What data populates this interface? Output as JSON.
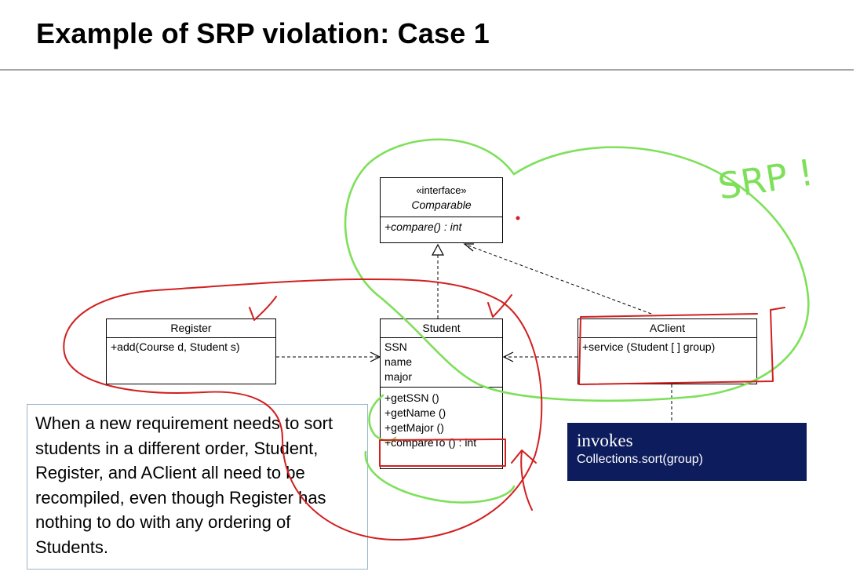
{
  "title": "Example of SRP violation: Case 1",
  "uml": {
    "comparable": {
      "stereotype": "«interface»",
      "name": "Comparable",
      "method": "+compare() : int"
    },
    "register": {
      "name": "Register",
      "method": "+add(Course d, Student s)"
    },
    "student": {
      "name": "Student",
      "attributes": [
        "SSN",
        "name",
        "major"
      ],
      "methods": [
        "+getSSN ()",
        "+getName ()",
        "+getMajor ()",
        "+compareTo () : int"
      ]
    },
    "aclient": {
      "name": "AClient",
      "method": "+service (Student [ ] group)"
    }
  },
  "note": {
    "text": "When a new requirement needs to sort students in a different order, Student, Register, and AClient all need to be recompiled, even though Register has nothing to do with any ordering of Students."
  },
  "invokes": {
    "heading": "invokes",
    "code": "Collections.sort(group)"
  },
  "annotations": {
    "handwritten": "SRP !"
  },
  "colors": {
    "green_ink": "#7ee05a",
    "red_ink": "#d21f1f",
    "invokes_bg": "#0d1c5c",
    "note_border": "#9ab7c9"
  }
}
